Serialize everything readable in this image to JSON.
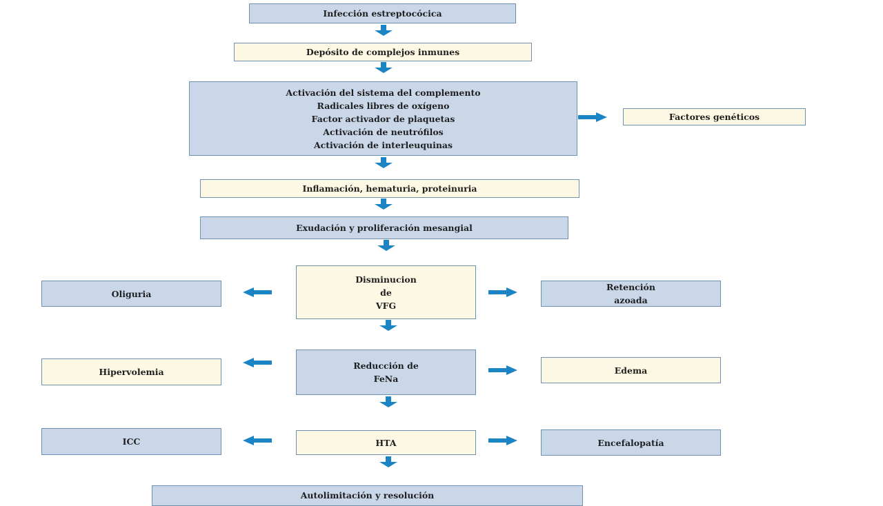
{
  "nodes": {
    "infeccion": "Infección estreptocócica",
    "deposito": "Depósito de complejos inmunes",
    "activacion": "Activación del sistema del complemento\nRadicales libres de oxígeno\nFactor activador de plaquetas\nActivación de neutrófilos\nActivación de interleuquinas",
    "factores": "Factores genéticos",
    "inflamacion": "Inflamación, hematuria, proteinuria",
    "exudacion": "Exudación y proliferación mesangial",
    "disminucion": "Disminucion\nde\nVFG",
    "oliguria": "Oliguria",
    "retencion": "Retención\nazoada",
    "reduccion": "Reducción de\nFeNa",
    "hipervolemia": "Hipervolemia",
    "edema": "Edema",
    "hta": "HTA",
    "icc": "ICC",
    "encefalopatia": "Encefalopatía",
    "autolimitacion": "Autolimitación y resolución"
  },
  "colors": {
    "arrow": "#1b84c4",
    "box_blue": "#c9d7e9",
    "box_cream": "#fdf8e3",
    "border": "#6d8fb0"
  }
}
